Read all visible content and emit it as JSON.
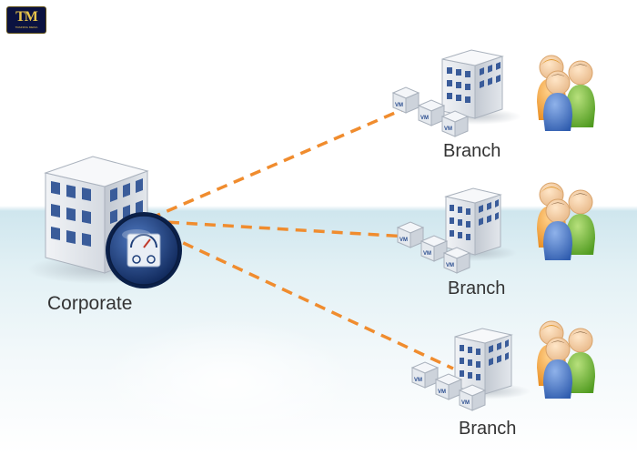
{
  "logo": {
    "mark": "TM",
    "subtitle": "TRAINING MEDIA"
  },
  "sites": {
    "corporate": {
      "label": "Corporate"
    },
    "branches": [
      {
        "label": "Branch"
      },
      {
        "label": "Branch"
      },
      {
        "label": "Branch"
      }
    ]
  },
  "vm_label": "VM",
  "colors": {
    "link": "#f08c2e",
    "building_face": "#dfe4ea",
    "building_side": "#c6ccd4",
    "window": "#3a5c9a",
    "gauge": "#1f3f7a",
    "person_blue": "#3e6fc4",
    "person_green": "#6ab92f",
    "person_orange": "#f2a53a",
    "band": "#d8eaf0"
  }
}
